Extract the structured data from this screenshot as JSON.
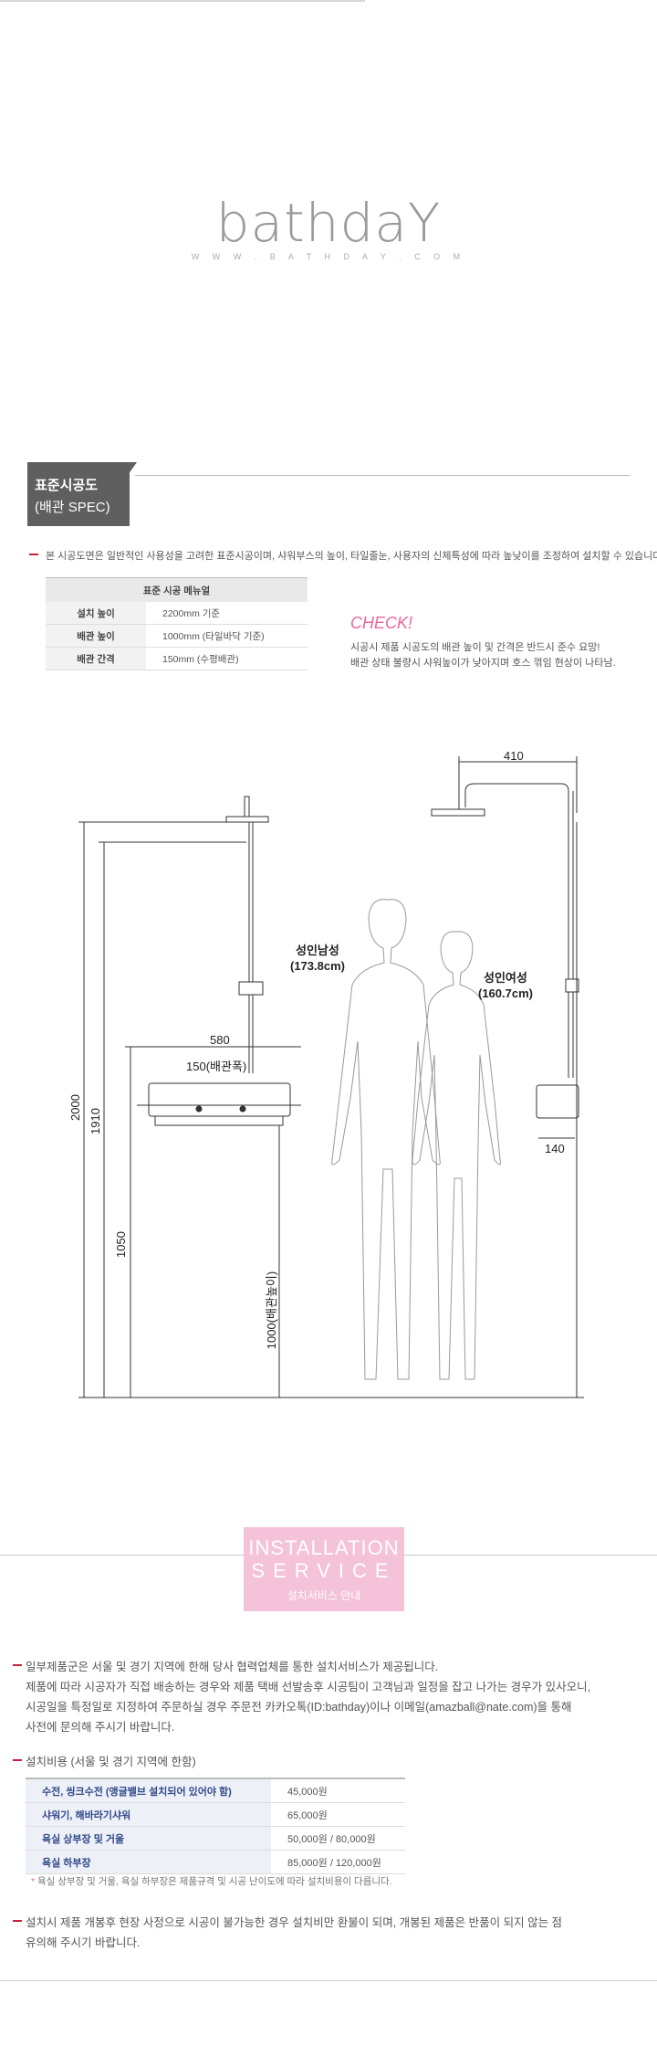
{
  "brand": {
    "logo": "bathdaY",
    "url": "W W W . B A T H D A Y . C O M"
  },
  "section1": {
    "title": "표준시공도",
    "subtitle": "(배관 SPEC)",
    "note": "본 시공도면은 일반적인 사용성을 고려한 표준시공이며, 샤워부스의 높이, 타일줄눈, 사용자의 신체특성에 따라 높낮이를 조정하여 설치할 수 있습니다.",
    "table": {
      "header": "표준 시공 메뉴얼",
      "rows": [
        {
          "key": "설치 높이",
          "value": "2200mm 기준"
        },
        {
          "key": "배관 높이",
          "value": "1000mm (타일바닥 기준)"
        },
        {
          "key": "배관 간격",
          "value": "150mm (수평배관)"
        }
      ]
    },
    "check": {
      "title": "CHECK!",
      "line1": "시공시 제품 시공도의 배관 높이 및 간격은 반드시 준수 요망!",
      "line2": "배관 상태 불량시 샤워높이가 낮아지며 호스 꺾임 현상이 나타남."
    }
  },
  "diagram": {
    "dim_410": "410",
    "dim_580": "580",
    "dim_150": "150(배관폭)",
    "dim_140": "140",
    "dim_2000": "2000",
    "dim_1910": "1910",
    "dim_1050": "1050",
    "dim_1000": "1000(배관높이)",
    "male_label": "성인남성",
    "male_height": "(173.8cm)",
    "female_label": "성인여성",
    "female_height": "(160.7cm)"
  },
  "installation": {
    "title": "INSTALLATION",
    "service": "SERVICE",
    "subtitle": "설치서비스 안내",
    "para1": [
      "일부제품군은 서울 및 경기 지역에 한해 당사 협력업체를 통한 설치서비스가 제공됩니다.",
      "제품에 따라 시공자가 직접 배송하는 경우와 제품 택배 선발송후 시공팀이 고객님과 일정을 잡고 나가는 경우가 있사오니,",
      "시공일을 특정일로 지정하여 주문하실 경우 주문전 카카오톡(ID:bathday)이나 이메일(amazball@nate.com)을 통해",
      "사전에 문의해 주시기 바랍니다."
    ],
    "cost_heading": "설치비용 (서울 및 경기 지역에 한함)",
    "costs": [
      {
        "item": "수전, 씽크수전 (앵글밸브 설치되어 있어야 함)",
        "price": "45,000원"
      },
      {
        "item": "샤워기, 해바라기샤워",
        "price": "65,000원"
      },
      {
        "item": "욕실 상부장 및 거울",
        "price": "50,000원 / 80,000원"
      },
      {
        "item": "욕실 하부장",
        "price": "85,000원 / 120,000원"
      }
    ],
    "cost_note_star": "*",
    "cost_note": "욕실 상부장 및 거울, 욕실 하부장은 제품규격 및 시공 난이도에 따라 설치비용이 다릅니다.",
    "para2": [
      "설치시 제품 개봉후 현장 사정으로 시공이 불가능한 경우 설치비만 환불이 되며, 개봉된 제품은 반품이 되지 않는 점",
      "유의해 주시기 바랍니다."
    ]
  }
}
